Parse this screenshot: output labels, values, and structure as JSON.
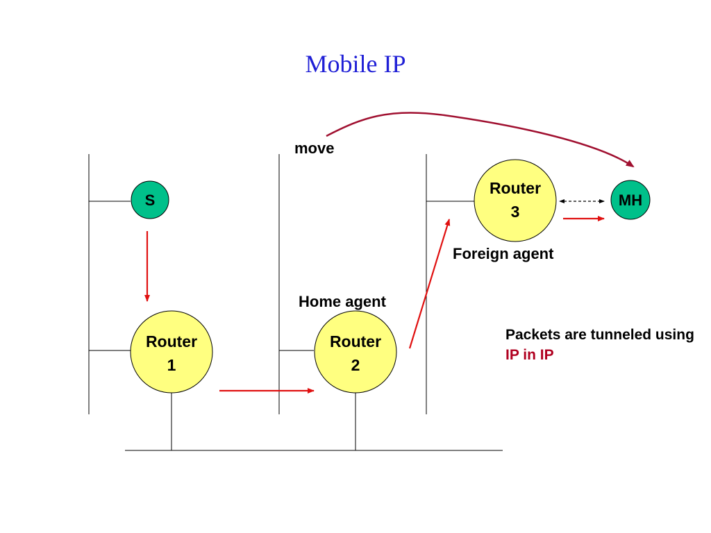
{
  "title": "Mobile IP",
  "labels": {
    "move": "move",
    "home_agent": "Home agent",
    "foreign_agent": "Foreign agent"
  },
  "nodes": {
    "s": {
      "label": "S"
    },
    "mh": {
      "label": "MH"
    },
    "router1": {
      "line1": "Router",
      "line2": "1"
    },
    "router2": {
      "line1": "Router",
      "line2": "2"
    },
    "router3": {
      "line1": "Router",
      "line2": "3"
    }
  },
  "note": {
    "prefix": "Packets are tunneled using",
    "highlight": "IP in IP"
  },
  "colors": {
    "title": "#1f1fd6",
    "router_fill": "#ffff80",
    "host_fill": "#00c08a",
    "packet_arrow": "#e01010",
    "move_arrow": "#a01030",
    "highlight": "#b00020"
  }
}
